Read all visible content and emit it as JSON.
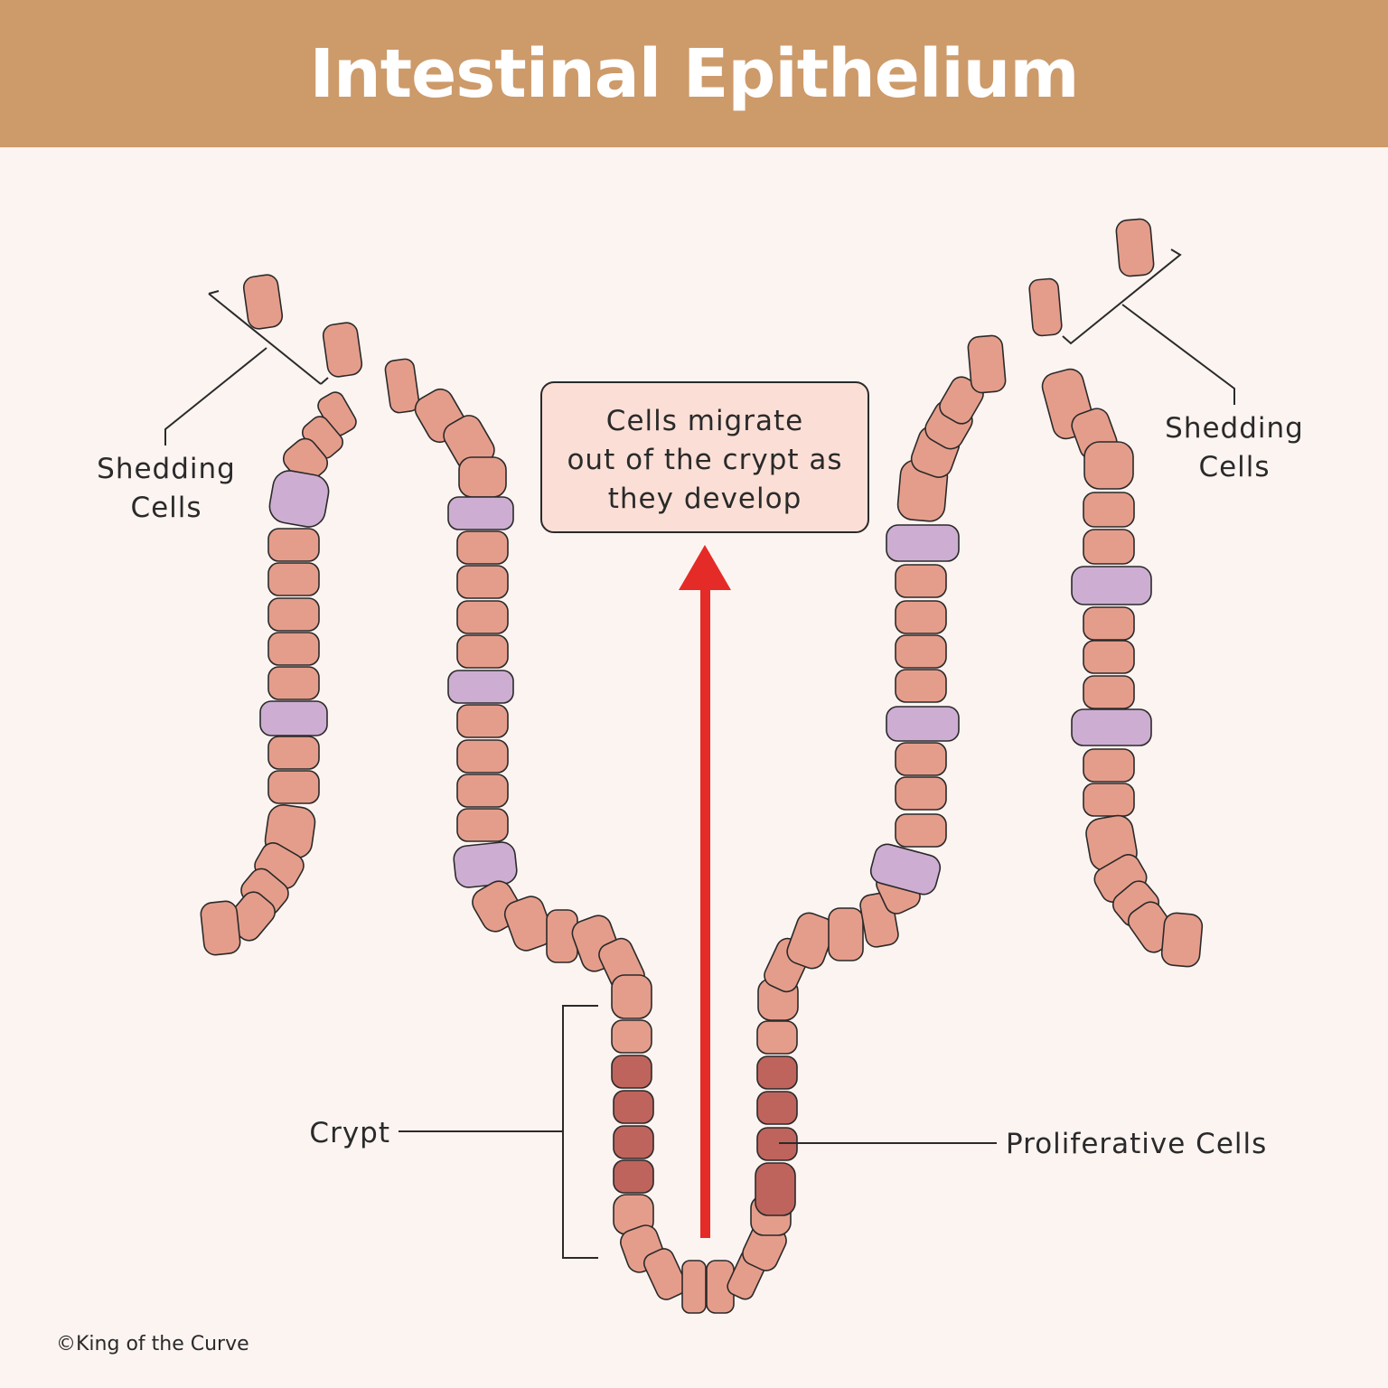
{
  "title": "Intestinal Epithelium",
  "labels": {
    "shedding_left": [
      "Shedding",
      "Cells"
    ],
    "shedding_right": [
      "Shedding",
      "Cells"
    ],
    "crypt": "Crypt",
    "proliferative": "Proliferative Cells"
  },
  "callout": [
    "Cells migrate",
    "out of the crypt as",
    "they develop"
  ],
  "copyright": "©King of the Curve",
  "colors": {
    "header": "#cd9a6a",
    "background": "#fcf4f1",
    "epithelial_cell": "#e59d8b",
    "goblet_cell": "#cdaed2",
    "proliferative_cell": "#bf645c",
    "arrow": "#e52b27",
    "callout_fill": "#fbdfd6"
  }
}
